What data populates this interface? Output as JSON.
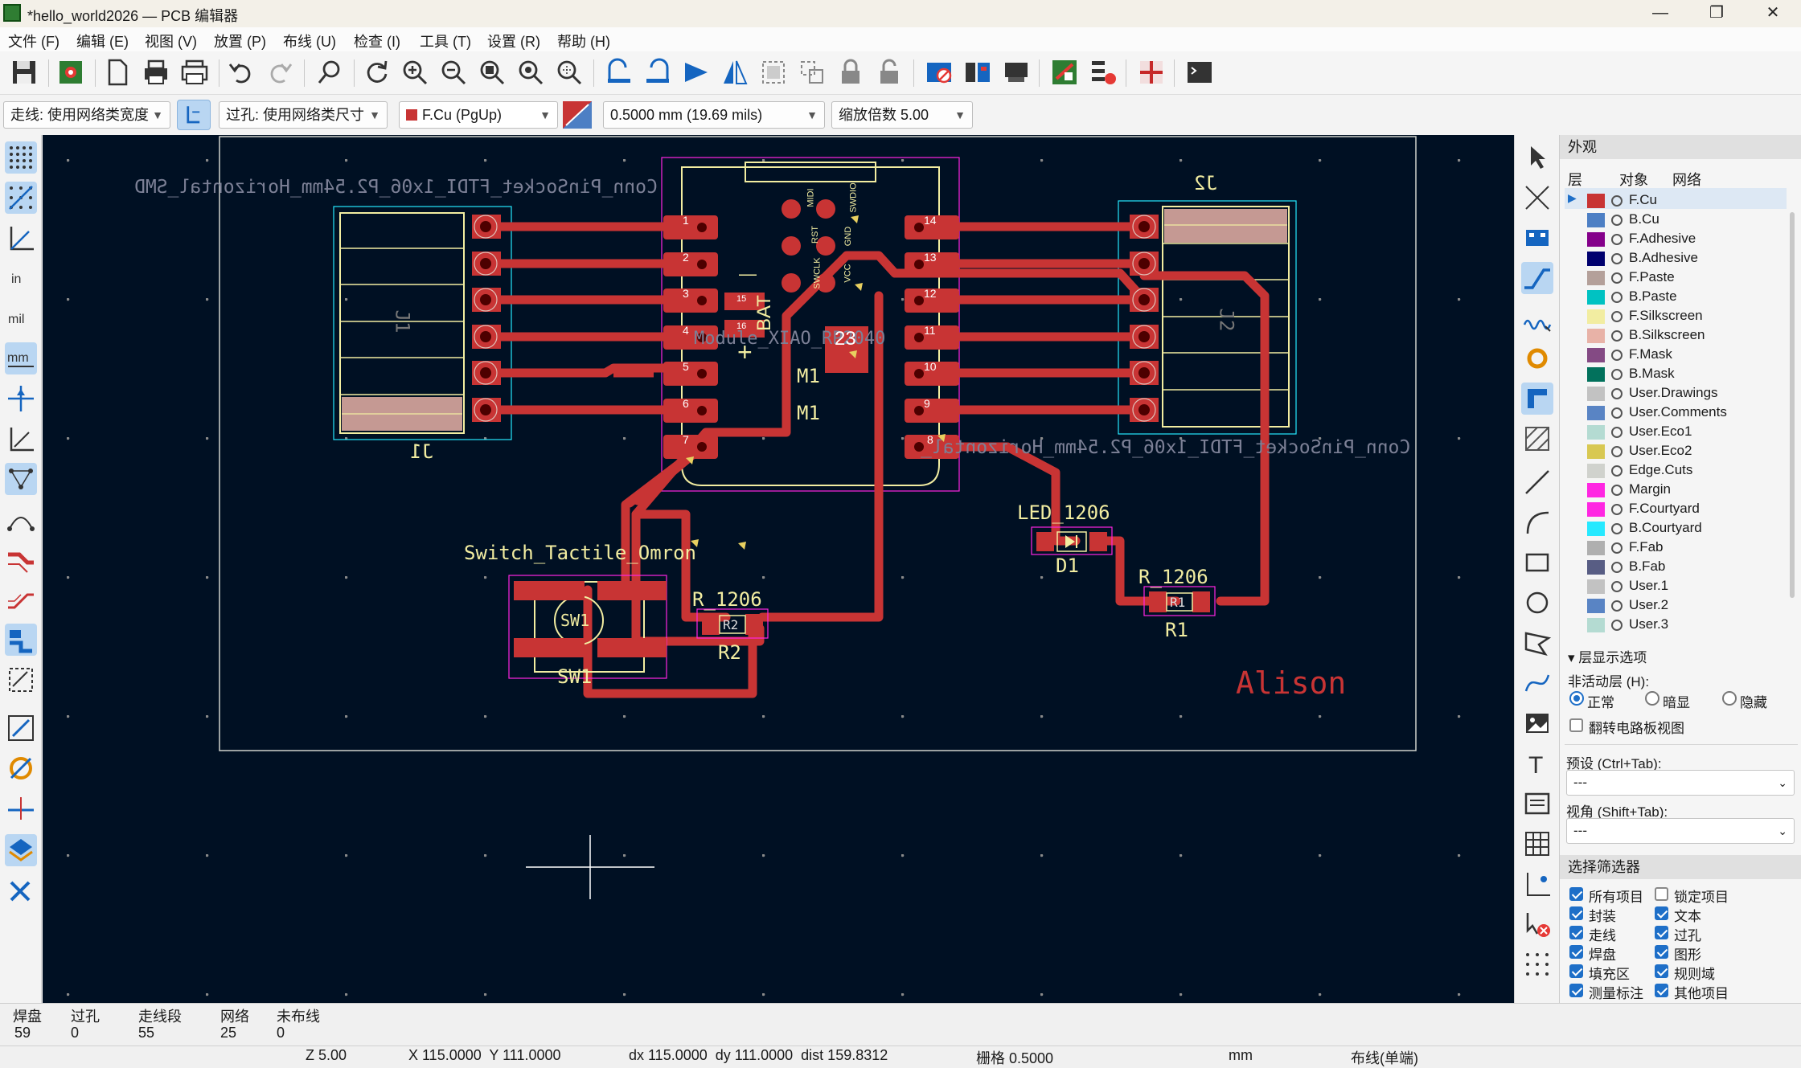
{
  "titlebar": {
    "title": "*hello_world2026 — PCB 编辑器",
    "minimize": "—",
    "maximize": "❐",
    "close": "✕"
  },
  "menu": [
    "文件 (F)",
    "编辑 (E)",
    "视图 (V)",
    "放置 (P)",
    "布线 (U)",
    "检查 (I)",
    "工具 (T)",
    "设置 (R)",
    "帮助 (H)"
  ],
  "toolbar2": {
    "track_width": "走线: 使用网络类宽度",
    "via_size": "过孔: 使用网络类尺寸",
    "layer": "F.Cu (PgUp)",
    "grid": "0.5000 mm (19.69 mils)",
    "zoom": "缩放倍数 5.00"
  },
  "pcb": {
    "silk_j1_value": "Conn_PinSocket_FTDI_1x06_P2.54mm_Horizontal_SMD",
    "silk_j3_value": "Conn_PinSocket_FTDI_1x06_P2.54mm_Horizontal_",
    "j1": "J1",
    "j2": "J2",
    "j1_fab": "J1",
    "j2_fab": "J2",
    "module_value": "Module_XIAO_RP2040",
    "m1_ref": "M1",
    "m1_ref2": "M1",
    "pad23": "23",
    "bat": "BAT",
    "plus": "+",
    "minus": "—",
    "sw_value": "Switch_Tactile_Omron",
    "sw_ref": "SW1",
    "sw_fab": "SW1",
    "r2_value": "R_1206",
    "r2_ref": "R2",
    "r2_fab": "R2",
    "led_value": "LED_1206",
    "led_ref": "D1",
    "r1_value": "R_1206",
    "r1_ref": "R1",
    "r1_fab": "R1",
    "author": "Alison",
    "pad_left": [
      "1",
      "2",
      "3",
      "4",
      "5",
      "6",
      "7"
    ],
    "pad_right": [
      "14",
      "13",
      "12",
      "11",
      "10",
      "9",
      "8"
    ],
    "top_pads": [
      "MIDI",
      "SWDIO",
      "RST",
      "SWCLK",
      "GND",
      "VCC",
      "15",
      "16"
    ]
  },
  "panel": {
    "header": "外观",
    "tabs": [
      "层",
      "对象",
      "网络"
    ],
    "layers": [
      {
        "name": "F.Cu",
        "color": "#c83434"
      },
      {
        "name": "B.Cu",
        "color": "#4d7fc4"
      },
      {
        "name": "F.Adhesive",
        "color": "#84008a"
      },
      {
        "name": "B.Adhesive",
        "color": "#00006e"
      },
      {
        "name": "F.Paste",
        "color": "#b4a09a"
      },
      {
        "name": "B.Paste",
        "color": "#00c2c2"
      },
      {
        "name": "F.Silkscreen",
        "color": "#f2eda1"
      },
      {
        "name": "B.Silkscreen",
        "color": "#e8b2a7"
      },
      {
        "name": "F.Mask",
        "color": "#844a84"
      },
      {
        "name": "B.Mask",
        "color": "#02715c"
      },
      {
        "name": "User.Drawings",
        "color": "#c2c2c2"
      },
      {
        "name": "User.Comments",
        "color": "#5984c4"
      },
      {
        "name": "User.Eco1",
        "color": "#b4dbd2"
      },
      {
        "name": "User.Eco2",
        "color": "#d8c852"
      },
      {
        "name": "Edge.Cuts",
        "color": "#d0d2cd"
      },
      {
        "name": "Margin",
        "color": "#ff26e2"
      },
      {
        "name": "F.Courtyard",
        "color": "#ff26e2"
      },
      {
        "name": "B.Courtyard",
        "color": "#26e9ff"
      },
      {
        "name": "F.Fab",
        "color": "#afafaf"
      },
      {
        "name": "B.Fab",
        "color": "#585d84"
      },
      {
        "name": "User.1",
        "color": "#c2c2c2"
      },
      {
        "name": "User.2",
        "color": "#5984c4"
      },
      {
        "name": "User.3",
        "color": "#b4dbd2"
      }
    ],
    "layer_display_options": "层显示选项",
    "inactive_layers": "非活动层 (H):",
    "radio": [
      "正常",
      "暗显",
      "隐藏"
    ],
    "flip_board": "翻转电路板视图",
    "presets_label": "预设 (Ctrl+Tab):",
    "presets_value": "---",
    "viewport_label": "视角 (Shift+Tab):",
    "viewport_value": "---",
    "selection_filter": "选择筛选器",
    "filters_left": [
      {
        "label": "所有项目",
        "checked": true
      },
      {
        "label": "封装",
        "checked": true
      },
      {
        "label": "走线",
        "checked": true
      },
      {
        "label": "焊盘",
        "checked": true
      },
      {
        "label": "填充区",
        "checked": true
      },
      {
        "label": "测量标注",
        "checked": true
      }
    ],
    "filters_right": [
      {
        "label": "锁定项目",
        "checked": false
      },
      {
        "label": "文本",
        "checked": true
      },
      {
        "label": "过孔",
        "checked": true
      },
      {
        "label": "图形",
        "checked": true
      },
      {
        "label": "规则域",
        "checked": true
      },
      {
        "label": "其他项目",
        "checked": true
      }
    ]
  },
  "status": {
    "pads_label": "焊盘",
    "pads": "59",
    "vias_label": "过孔",
    "vias": "0",
    "segments_label": "走线段",
    "segments": "55",
    "nets_label": "网络",
    "nets": "25",
    "unrouted_label": "未布线",
    "unrouted": "0",
    "zoom": "Z 5.00",
    "xy": "X 115.0000  Y 111.0000",
    "dxy": "dx 115.0000  dy 111.0000  dist 159.8312",
    "grid": "栅格 0.5000",
    "units": "mm",
    "mode": "布线(单端)"
  }
}
